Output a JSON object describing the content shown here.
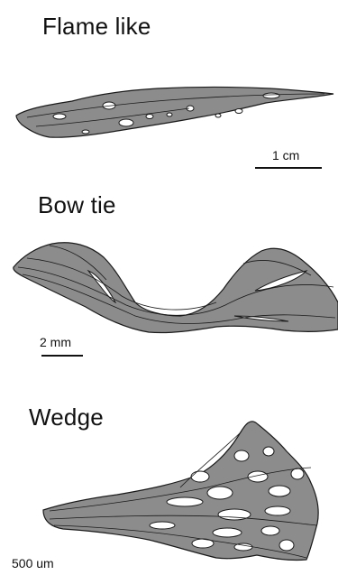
{
  "panels": [
    {
      "title": "Flame like",
      "scale_label": "1 cm",
      "fill_color": "#8c8c8c",
      "stroke_color": "#1a1a1a"
    },
    {
      "title": "Bow tie",
      "scale_label": "2 mm",
      "fill_color": "#8c8c8c",
      "stroke_color": "#1a1a1a"
    },
    {
      "title": "Wedge",
      "scale_label": "500 um",
      "fill_color": "#8c8c8c",
      "stroke_color": "#1a1a1a"
    }
  ]
}
